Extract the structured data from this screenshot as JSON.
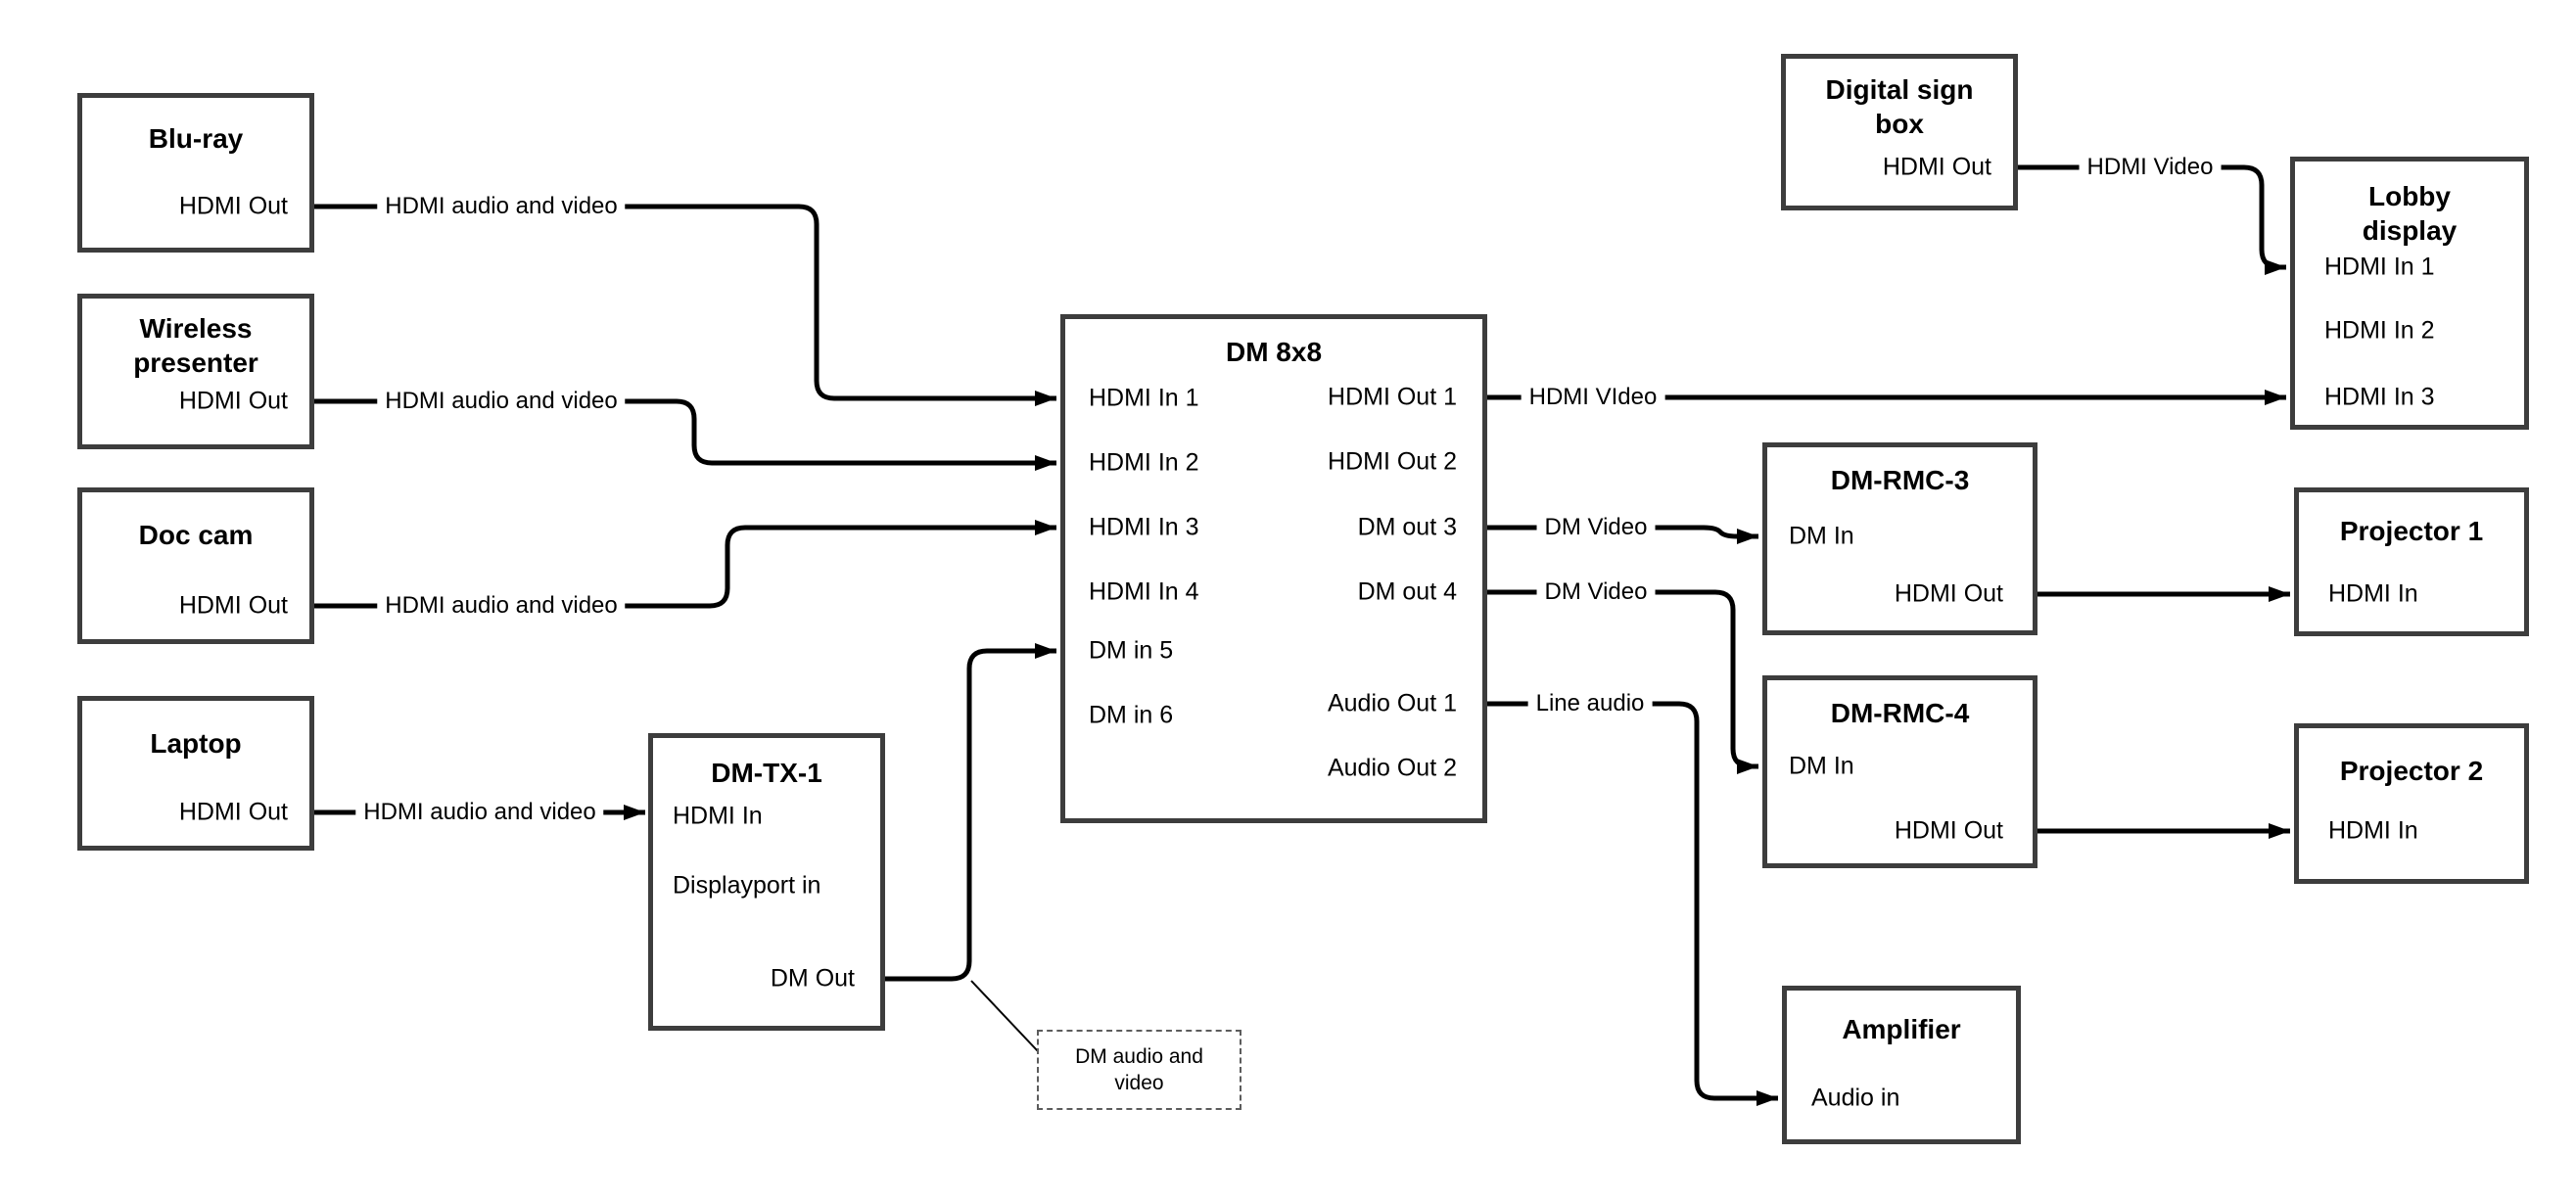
{
  "diagram": {
    "colors": {
      "background": "#ffffff",
      "line": "#000000",
      "box_border": "#3d3d3d",
      "text": "#000000"
    },
    "nodes": [
      {
        "id": "bluray",
        "title": "Blu-ray",
        "ports": [
          {
            "id": "hdmi_out",
            "label": "HDMI Out"
          }
        ]
      },
      {
        "id": "wireless",
        "title": "Wireless\npresenter",
        "ports": [
          {
            "id": "hdmi_out",
            "label": "HDMI Out"
          }
        ]
      },
      {
        "id": "doccam",
        "title": "Doc cam",
        "ports": [
          {
            "id": "hdmi_out",
            "label": "HDMI Out"
          }
        ]
      },
      {
        "id": "laptop",
        "title": "Laptop",
        "ports": [
          {
            "id": "hdmi_out",
            "label": "HDMI Out"
          }
        ]
      },
      {
        "id": "dmtx1",
        "title": "DM-TX-1",
        "ports": [
          {
            "id": "hdmi_in",
            "label": "HDMI In"
          },
          {
            "id": "dp_in",
            "label": "Displayport in"
          },
          {
            "id": "dm_out",
            "label": "DM Out"
          }
        ]
      },
      {
        "id": "dm8x8",
        "title": "DM 8x8",
        "ports": [
          {
            "id": "hdmi_in_1",
            "label": "HDMI In 1"
          },
          {
            "id": "hdmi_in_2",
            "label": "HDMI In 2"
          },
          {
            "id": "hdmi_in_3",
            "label": "HDMI In 3"
          },
          {
            "id": "hdmi_in_4",
            "label": "HDMI In 4"
          },
          {
            "id": "dm_in_5",
            "label": "DM in 5"
          },
          {
            "id": "dm_in_6",
            "label": "DM in 6"
          },
          {
            "id": "hdmi_out_1",
            "label": "HDMI Out 1"
          },
          {
            "id": "hdmi_out_2",
            "label": "HDMI Out 2"
          },
          {
            "id": "dm_out_3",
            "label": "DM out 3"
          },
          {
            "id": "dm_out_4",
            "label": "DM out 4"
          },
          {
            "id": "audio_out_1",
            "label": "Audio Out 1"
          },
          {
            "id": "audio_out_2",
            "label": "Audio Out 2"
          }
        ]
      },
      {
        "id": "signbox",
        "title": "Digital sign\nbox",
        "ports": [
          {
            "id": "hdmi_out",
            "label": "HDMI Out"
          }
        ]
      },
      {
        "id": "lobby",
        "title": "Lobby\ndisplay",
        "ports": [
          {
            "id": "hdmi_in_1",
            "label": "HDMI In 1"
          },
          {
            "id": "hdmi_in_2",
            "label": "HDMI In 2"
          },
          {
            "id": "hdmi_in_3",
            "label": "HDMI In 3"
          }
        ]
      },
      {
        "id": "dmrmc3",
        "title": "DM-RMC-3",
        "ports": [
          {
            "id": "dm_in",
            "label": "DM In"
          },
          {
            "id": "hdmi_out",
            "label": "HDMI Out"
          }
        ]
      },
      {
        "id": "proj1",
        "title": "Projector 1",
        "ports": [
          {
            "id": "hdmi_in",
            "label": "HDMI In"
          }
        ]
      },
      {
        "id": "dmrmc4",
        "title": "DM-RMC-4",
        "ports": [
          {
            "id": "dm_in",
            "label": "DM In"
          },
          {
            "id": "hdmi_out",
            "label": "HDMI Out"
          }
        ]
      },
      {
        "id": "proj2",
        "title": "Projector 2",
        "ports": [
          {
            "id": "hdmi_in",
            "label": "HDMI In"
          }
        ]
      },
      {
        "id": "amplifier",
        "title": "Amplifier",
        "ports": [
          {
            "id": "audio_in",
            "label": "Audio in"
          }
        ]
      }
    ],
    "connections": [
      {
        "from": "bluray.hdmi_out",
        "to": "dm8x8.hdmi_in_1",
        "label": "HDMI audio and video"
      },
      {
        "from": "wireless.hdmi_out",
        "to": "dm8x8.hdmi_in_2",
        "label": "HDMI audio and video"
      },
      {
        "from": "doccam.hdmi_out",
        "to": "dm8x8.hdmi_in_3",
        "label": "HDMI audio and video"
      },
      {
        "from": "laptop.hdmi_out",
        "to": "dmtx1.hdmi_in",
        "label": "HDMI audio and video"
      },
      {
        "from": "dmtx1.dm_out",
        "to": "dm8x8.dm_in_5",
        "label": ""
      },
      {
        "from": "dm8x8.hdmi_out_1",
        "to": "lobby.hdmi_in_3",
        "label": "HDMI VIdeo"
      },
      {
        "from": "signbox.hdmi_out",
        "to": "lobby.hdmi_in_1",
        "label": "HDMI Video"
      },
      {
        "from": "dm8x8.dm_out_3",
        "to": "dmrmc3.dm_in",
        "label": "DM Video"
      },
      {
        "from": "dm8x8.dm_out_4",
        "to": "dmrmc4.dm_in",
        "label": "DM Video"
      },
      {
        "from": "dm8x8.audio_out_1",
        "to": "amplifier.audio_in",
        "label": "Line audio"
      },
      {
        "from": "dmrmc3.hdmi_out",
        "to": "proj1.hdmi_in",
        "label": ""
      },
      {
        "from": "dmrmc4.hdmi_out",
        "to": "proj2.hdmi_in",
        "label": ""
      }
    ],
    "callout": {
      "text": "DM audio and\nvideo"
    }
  }
}
